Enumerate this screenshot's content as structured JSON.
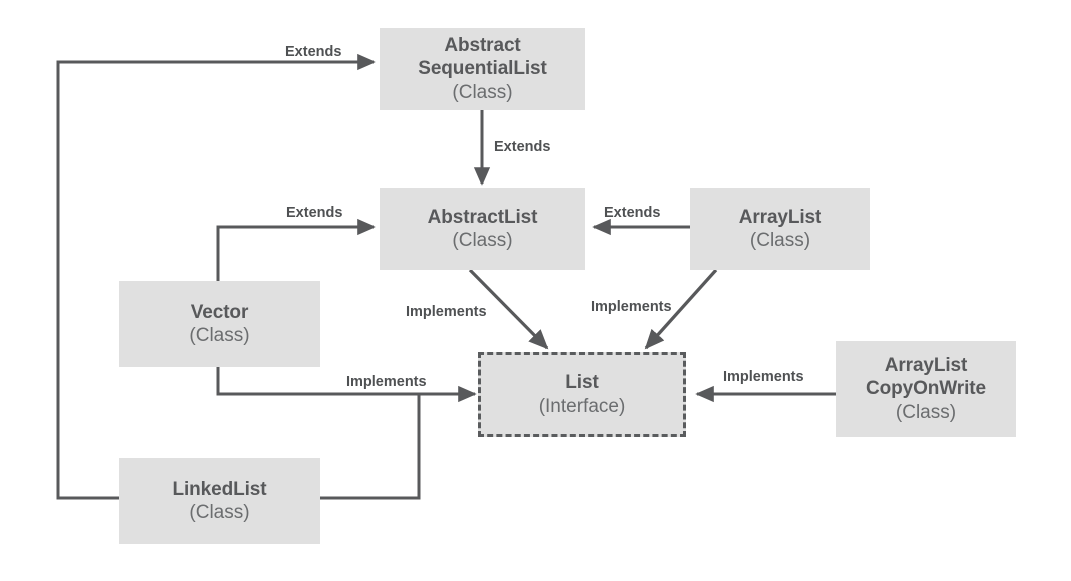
{
  "diagram": {
    "kind": "class-hierarchy-diagram",
    "subject": "Java List hierarchy",
    "palette": {
      "background": "#ffffff",
      "node_fill": "#e0e0e0",
      "node_text": "#58595b",
      "edge_stroke": "#58595b",
      "label_text": "#4f5153",
      "interface_border": "#5a5c5e"
    },
    "nodes": [
      {
        "id": "abstract-sequential-list",
        "title_line1": "Abstract",
        "title_line2": "SequentialList",
        "kind": "(Class)",
        "shape": "solid"
      },
      {
        "id": "abstract-list",
        "title_line1": "AbstractList",
        "title_line2": "",
        "kind": "(Class)",
        "shape": "solid"
      },
      {
        "id": "array-list",
        "title_line1": "ArrayList",
        "title_line2": "",
        "kind": "(Class)",
        "shape": "solid"
      },
      {
        "id": "vector",
        "title_line1": "Vector",
        "title_line2": "",
        "kind": "(Class)",
        "shape": "solid"
      },
      {
        "id": "linked-list",
        "title_line1": "LinkedList",
        "title_line2": "",
        "kind": "(Class)",
        "shape": "solid"
      },
      {
        "id": "list",
        "title_line1": "List",
        "title_line2": "",
        "kind": "(Interface)",
        "shape": "dashed"
      },
      {
        "id": "copy-on-write-array-list",
        "title_line1": "ArrayList",
        "title_line2": "CopyOnWrite",
        "kind": "(Class)",
        "shape": "solid"
      }
    ],
    "edges": [
      {
        "id": "linkedlist-extends-abstractsequentiallist",
        "from": "linked-list",
        "to": "abstract-sequential-list",
        "label": "Extends"
      },
      {
        "id": "abstractsequentiallist-extends-abstractlist",
        "from": "abstract-sequential-list",
        "to": "abstract-list",
        "label": "Extends"
      },
      {
        "id": "vector-extends-abstractlist",
        "from": "vector",
        "to": "abstract-list",
        "label": "Extends"
      },
      {
        "id": "arraylist-extends-abstractlist",
        "from": "array-list",
        "to": "abstract-list",
        "label": "Extends"
      },
      {
        "id": "abstractlist-implements-list",
        "from": "abstract-list",
        "to": "list",
        "label": "Implements"
      },
      {
        "id": "arraylist-implements-list",
        "from": "array-list",
        "to": "list",
        "label": "Implements"
      },
      {
        "id": "vector-implements-list",
        "from": "vector",
        "to": "list",
        "label": "Implements"
      },
      {
        "id": "copyonwrite-implements-list",
        "from": "copy-on-write-array-list",
        "to": "list",
        "label": "Implements"
      }
    ]
  }
}
